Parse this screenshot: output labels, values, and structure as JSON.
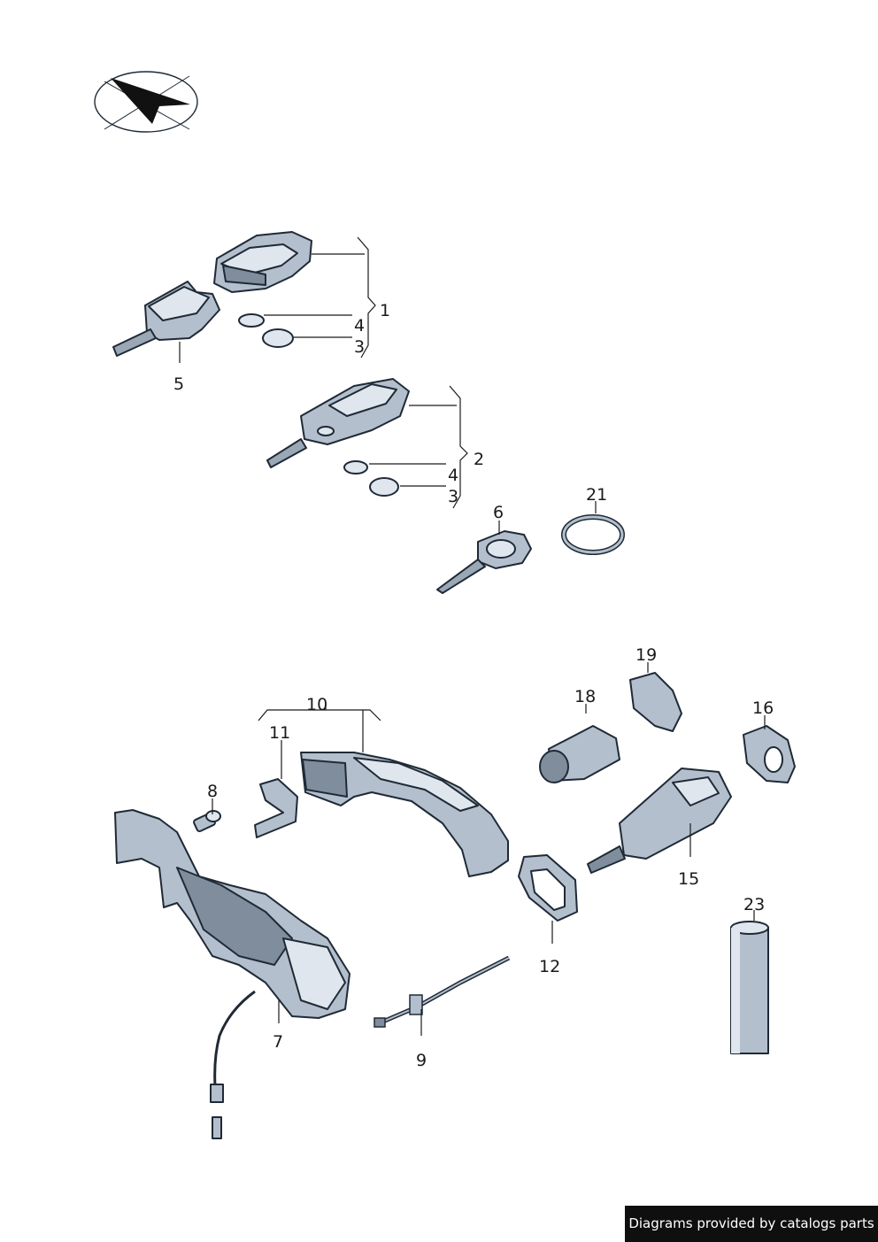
{
  "callouts": [
    "1",
    "2",
    "3",
    "3",
    "4",
    "4",
    "5",
    "6",
    "7",
    "8",
    "9",
    "10",
    "11",
    "12",
    "15",
    "16",
    "18",
    "19",
    "21",
    "23"
  ],
  "footer": {
    "credit": "Diagrams provided by catalogs parts"
  },
  "icons": {
    "orientation": "compass-arrow-icon"
  },
  "colors": {
    "part_fill": "#b3bfcc",
    "outline": "#1f2a36",
    "footer_bg": "#0f0f0f"
  }
}
